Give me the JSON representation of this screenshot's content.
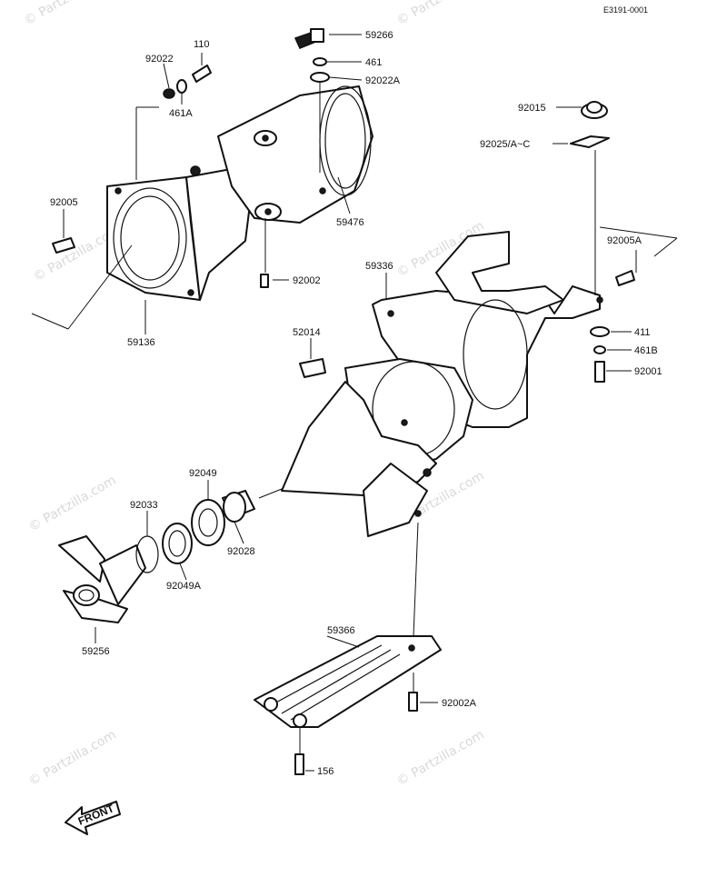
{
  "diagram": {
    "code": "E3191-0001",
    "front_label": "FRONT",
    "watermark": "© Partzilla.com",
    "parts": {
      "p59266": "59266",
      "p461": "461",
      "p92022A": "92022A",
      "p110": "110",
      "p92022": "92022",
      "p461A": "461A",
      "p92015": "92015",
      "p92025": "92025/A~C",
      "p92005": "92005",
      "p59476": "59476",
      "p92005A": "92005A",
      "p59336": "59336",
      "p92002": "92002",
      "p59136": "59136",
      "p411": "411",
      "p52014": "52014",
      "p461B": "461B",
      "p92001": "92001",
      "p92049": "92049",
      "p92033": "92033",
      "p92028": "92028",
      "p92049A": "92049A",
      "p59256": "59256",
      "p59366": "59366",
      "p92002A": "92002A",
      "p156": "156"
    }
  }
}
